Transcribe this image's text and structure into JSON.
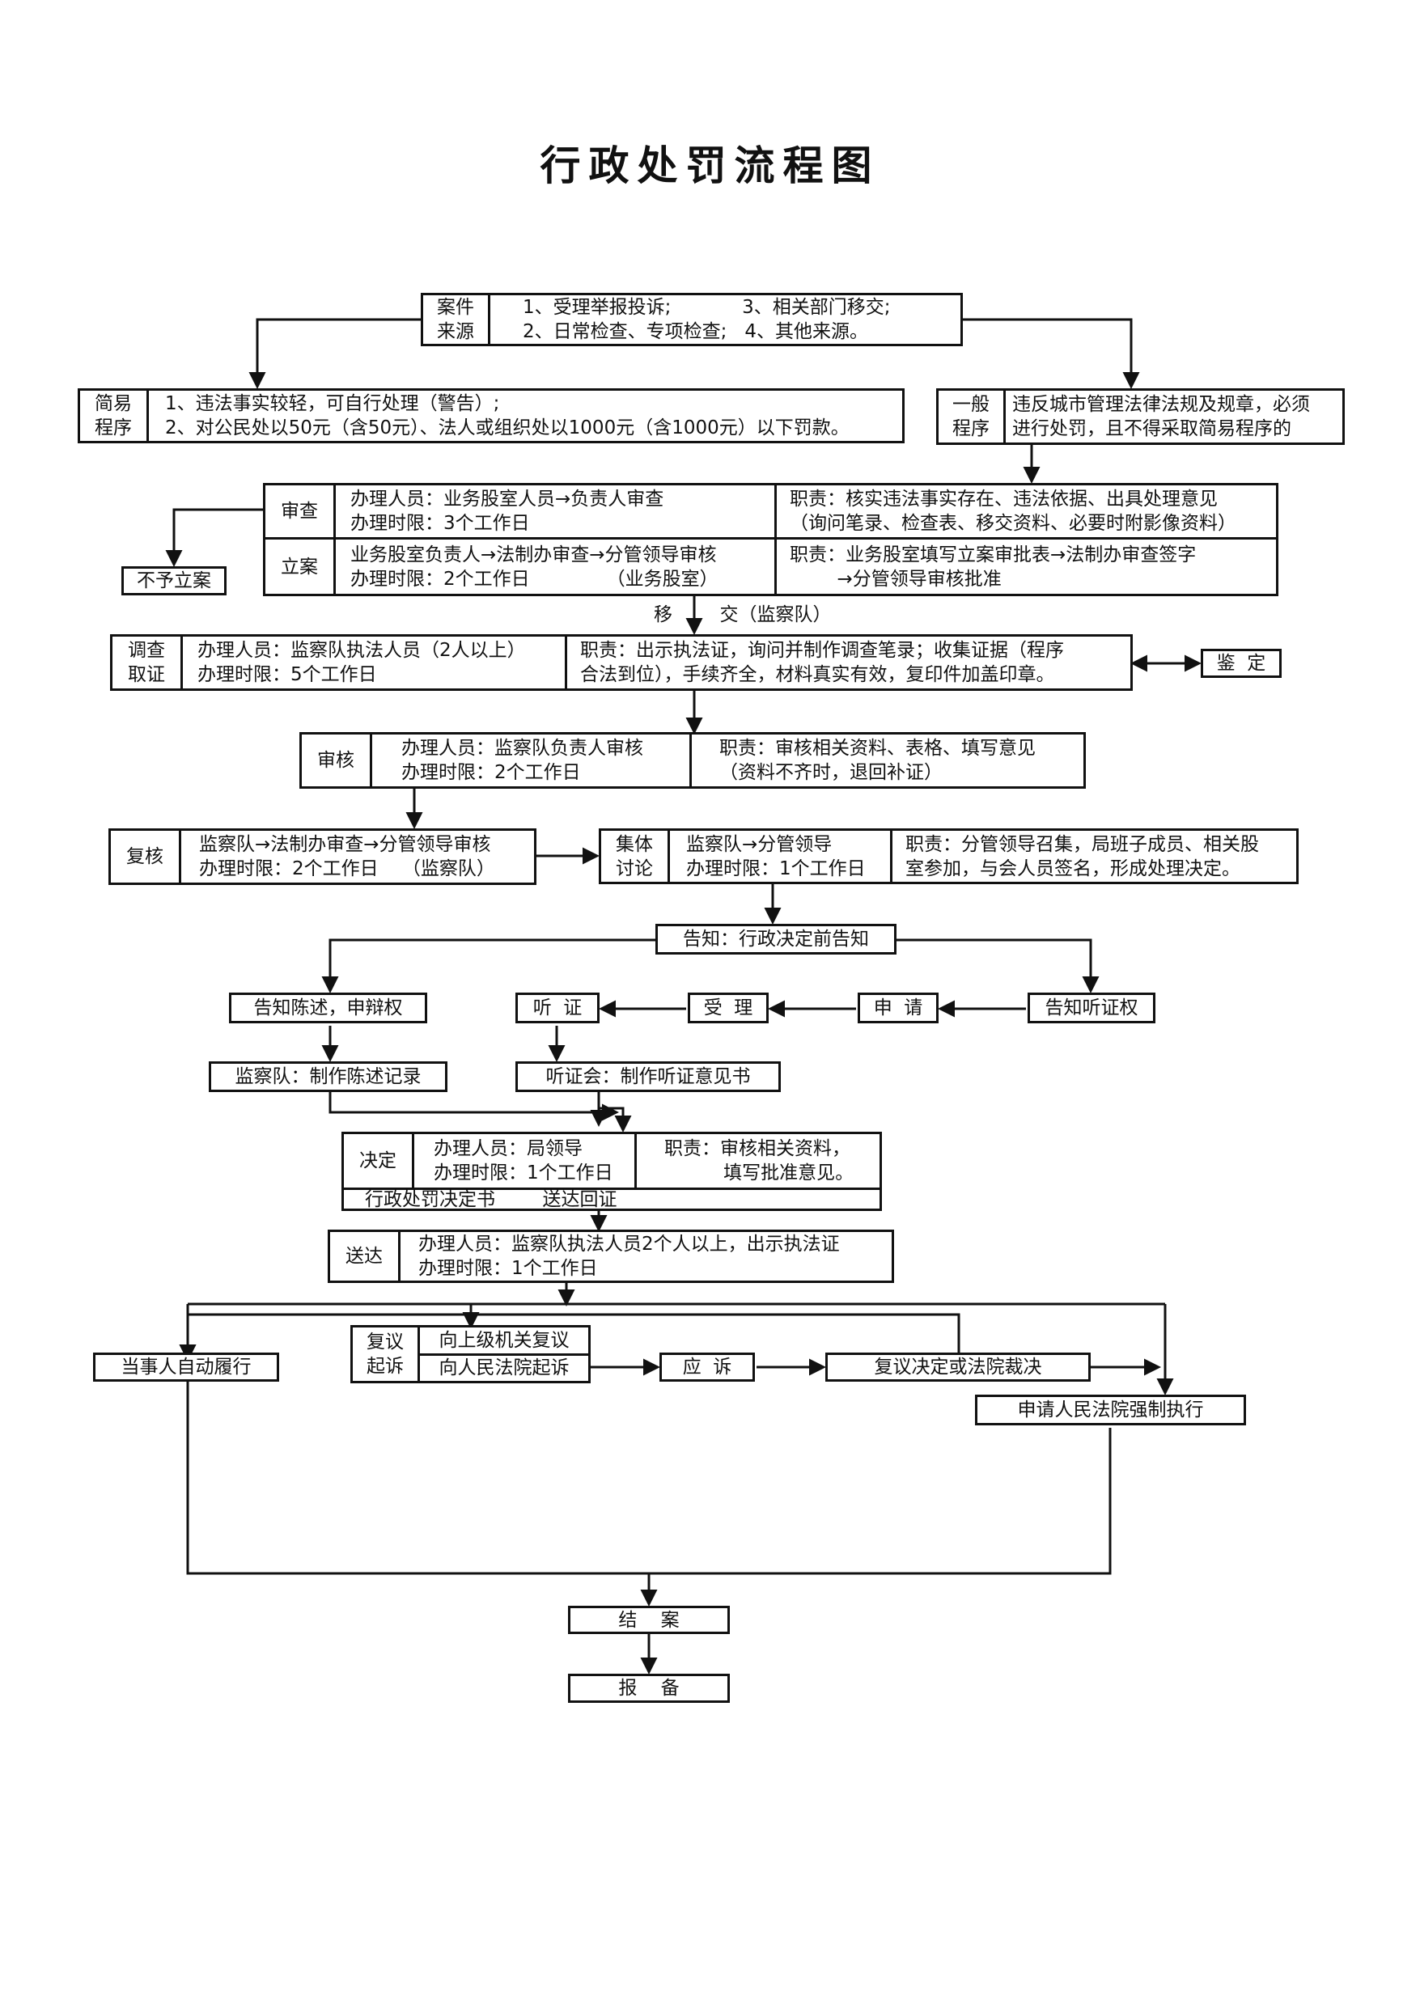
{
  "title": "行政处罚流程图",
  "case_source": {
    "label_1": "案件",
    "label_2": "来源",
    "line_1": "1、受理举报投诉;            3、相关部门移交;",
    "line_2": "2、日常检查、专项检查;   4、其他来源。"
  },
  "simple_procedure": {
    "label_1": "简易",
    "label_2": "程序",
    "line_1": "1、违法事实较轻，可自行处理（警告）;",
    "line_2": "2、对公民处以50元（含50元）、法人或组织处以1000元（含1000元）以下罚款。"
  },
  "general_procedure": {
    "label_1": "一般",
    "label_2": "程序",
    "line_1": "违反城市管理法律法规及规章，必须",
    "line_2": "进行处罚，且不得采取简易程序的"
  },
  "no_filing": "不予立案",
  "review": {
    "label": "审查",
    "line_1": "办理人员：业务股室人员→负责人审查",
    "line_2": "办理时限：3个工作日",
    "duty_1": "职责：核实违法事实存在、违法依据、出具处理意见",
    "duty_2": "（询问笔录、检查表、移交资料、必要时附影像资料）"
  },
  "filing": {
    "label": "立案",
    "line_1": "业务股室负责人→法制办审查→分管领导审核",
    "line_2": "办理时限：2个工作日             （业务股室）",
    "duty_1": "职责：业务股室填写立案审批表→法制办审查签字",
    "duty_2": "        →分管领导审核批准"
  },
  "transfer": "移        交（监察队）",
  "investigation": {
    "label_1": "调查",
    "label_2": "取证",
    "line_1": "办理人员：监察队执法人员（2人以上）",
    "line_2": "办理时限：5个工作日",
    "duty_1": "职责：出示执法证，询问并制作调查笔录；收集证据（程序",
    "duty_2": "合法到位），手续齐全，材料真实有效，复印件加盖印章。"
  },
  "appraisal": "鉴  定",
  "audit": {
    "label": "审核",
    "line_1": "办理人员：监察队负责人审核",
    "line_2": "办理时限：2个工作日",
    "duty_1": "职责：审核相关资料、表格、填写意见",
    "duty_2": "（资料不齐时，退回补证）"
  },
  "recheck": {
    "label": "复核",
    "line_1": "监察队→法制办审查→分管领导审核",
    "line_2": "办理时限：2个工作日    （监察队）"
  },
  "collective": {
    "label_1": "集体",
    "label_2": "讨论",
    "line_1": "监察队→分管领导",
    "line_2": "办理时限：1个工作日",
    "duty_1": "职责：分管领导召集，局班子成员、相关股",
    "duty_2": "室参加，与会人员签名，形成处理决定。"
  },
  "notice": "告知：行政决定前告知",
  "statement_right": "告知陈述，申辩权",
  "hearing": "听  证",
  "accept": "受  理",
  "apply": "申  请",
  "hearing_right": "告知听证权",
  "statement_record": "监察队：制作陈述记录",
  "hearing_opinion": "听证会：制作听证意见书",
  "decision": {
    "label": "决定",
    "line_1": "办理人员：局领导",
    "line_2": "办理时限：1个工作日",
    "duty_1": "职责：审核相关资料，",
    "duty_2": "          填写批准意见。",
    "footer": "行政处罚决定书        送达回证"
  },
  "delivery": {
    "label": "送达",
    "line_1": "办理人员：监察队执法人员2个人以上，出示执法证",
    "line_2": "办理时限：1个工作日"
  },
  "self_perform": "当事人自动履行",
  "appeal": {
    "label_1": "复议",
    "label_2": "起诉",
    "option_1": "向上级机关复议",
    "option_2": "向人民法院起诉"
  },
  "respond": "应  诉",
  "appeal_result": "复议决定或法院裁决",
  "enforce": "申请人民法院强制执行",
  "close_case": "结    案",
  "file_report": "报    备"
}
